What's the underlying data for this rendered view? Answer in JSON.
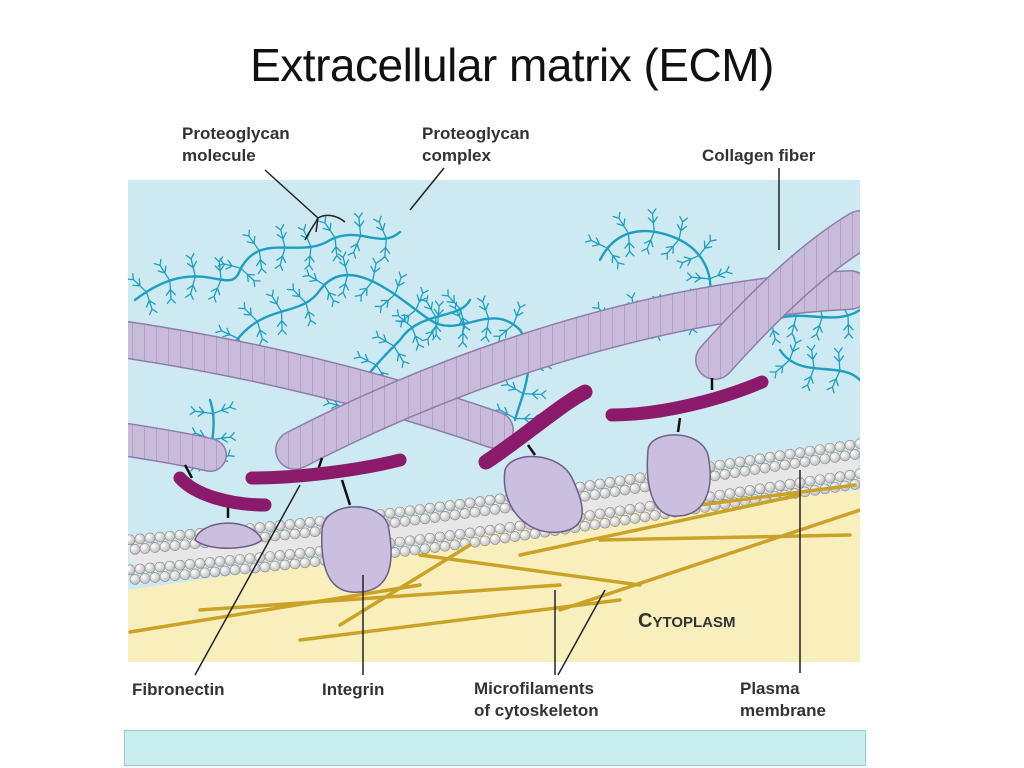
{
  "title": "Extracellular matrix (ECM)",
  "labels": {
    "proteoglycan_molecule": [
      "Proteoglycan",
      "molecule"
    ],
    "proteoglycan_complex": [
      "Proteoglycan",
      "complex"
    ],
    "collagen_fiber": "Collagen fiber",
    "fibronectin": "Fibronectin",
    "integrin": "Integrin",
    "microfilaments": [
      "Microfilaments",
      "of cytoskeleton"
    ],
    "plasma_membrane": [
      "Plasma",
      "membrane"
    ],
    "cytoplasm": "Cytoplasm"
  },
  "colors": {
    "ecm_background": "#cde9f1",
    "cytoplasm": "#f9efbd",
    "collagen": "#c9bcdb",
    "fibronectin": "#8b1a6b",
    "integrin": "#cbbfdf",
    "proteoglycan": "#1e9fc0",
    "microfilament": "#c9a227"
  }
}
